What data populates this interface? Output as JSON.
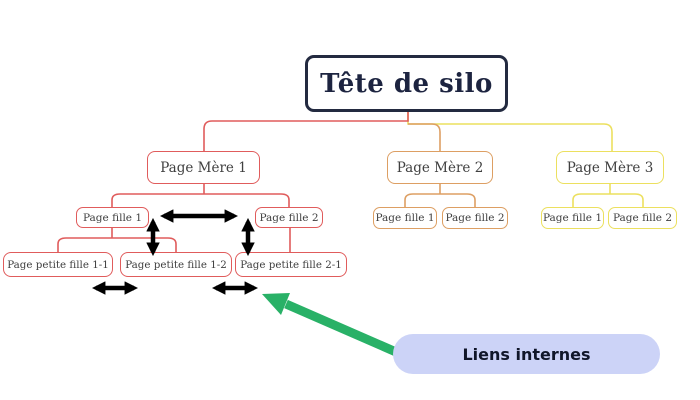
{
  "diagram": {
    "title": {
      "label": "Tête de silo"
    },
    "tree": {
      "mothers": [
        {
          "label": "Page Mère 1",
          "children": [
            {
              "label": "Page fille 1"
            },
            {
              "label": "Page fille 2"
            }
          ],
          "grandchildren": [
            {
              "label": "Page petite fille 1-1"
            },
            {
              "label": "Page petite fille 1-2"
            },
            {
              "label": "Page petite fille 2-1"
            }
          ]
        },
        {
          "label": "Page Mère 2",
          "children": [
            {
              "label": "Page fille 1"
            },
            {
              "label": "Page fille 2"
            }
          ]
        },
        {
          "label": "Page Mère 3",
          "children": [
            {
              "label": "Page fille 1"
            },
            {
              "label": "Page fille 2"
            }
          ]
        }
      ]
    },
    "legend": {
      "label": "Liens internes"
    },
    "icons": {
      "double_arrow": "black double-headed internal-link arrow",
      "pointer": "green legend pointer arrow"
    },
    "colors": {
      "silo_head_border": "#232a40",
      "silo_head_text": "#1d2440",
      "branch_1_red": "#e05c5c",
      "branch_2_orange": "#dd9f63",
      "branch_3_yellow": "#ece05f",
      "node_text": "#404040",
      "internal_link_arrow": "#000000",
      "legend_pointer_green": "#29b167",
      "legend_pill_background": "#ccd3f7",
      "legend_text": "#10162a",
      "background": "#ffffff"
    }
  }
}
